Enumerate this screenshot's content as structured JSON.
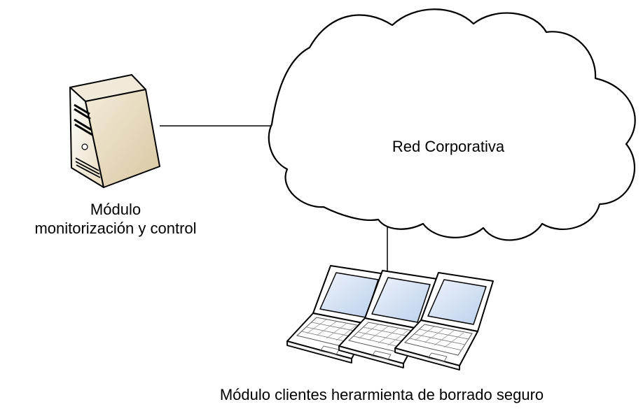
{
  "cloud": {
    "label": "Red Corporativa"
  },
  "server": {
    "label_line1": "Módulo",
    "label_line2": "monitorización y control",
    "icon": "tower-server-icon"
  },
  "clients": {
    "label": "Módulo clientes herarmienta de borrado seguro",
    "icon": "laptop-icon",
    "count": 3
  },
  "colors": {
    "line": "#000000",
    "cloud_fill": "#ffffff",
    "server_body": "#f2ead8",
    "laptop_body": "#ffffff",
    "laptop_screen": "#c9d8ee"
  }
}
